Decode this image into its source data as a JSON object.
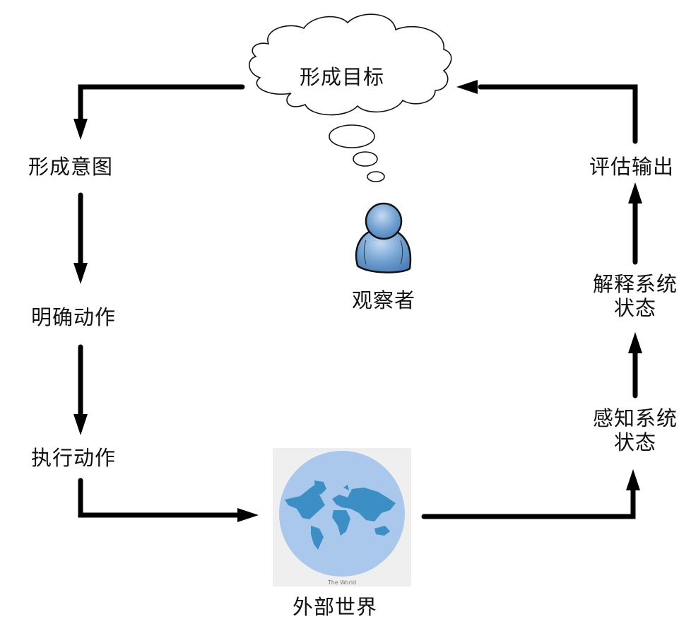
{
  "diagram": {
    "type": "cycle-flow",
    "nodes": {
      "goal": "形成目标",
      "intention": "形成意图",
      "specify_action": "明确动作",
      "execute_action": "执行动作",
      "world": "外部世界",
      "world_caption": "The World",
      "perceive_line1": "感知系统",
      "perceive_line2": "状态",
      "interpret_line1": "解释系统",
      "interpret_line2": "状态",
      "evaluate": "评估输出",
      "observer": "观察者"
    },
    "flow": [
      "形成目标",
      "形成意图",
      "明确动作",
      "执行动作",
      "外部世界",
      "感知系统状态",
      "解释系统状态",
      "评估输出",
      "形成目标"
    ],
    "colors": {
      "arrow": "#000000",
      "person_fill": "#6f9fd0",
      "globe_ocean": "#a9c8ec",
      "globe_land": "#3b8fc4",
      "globe_bg": "#efefef"
    }
  }
}
